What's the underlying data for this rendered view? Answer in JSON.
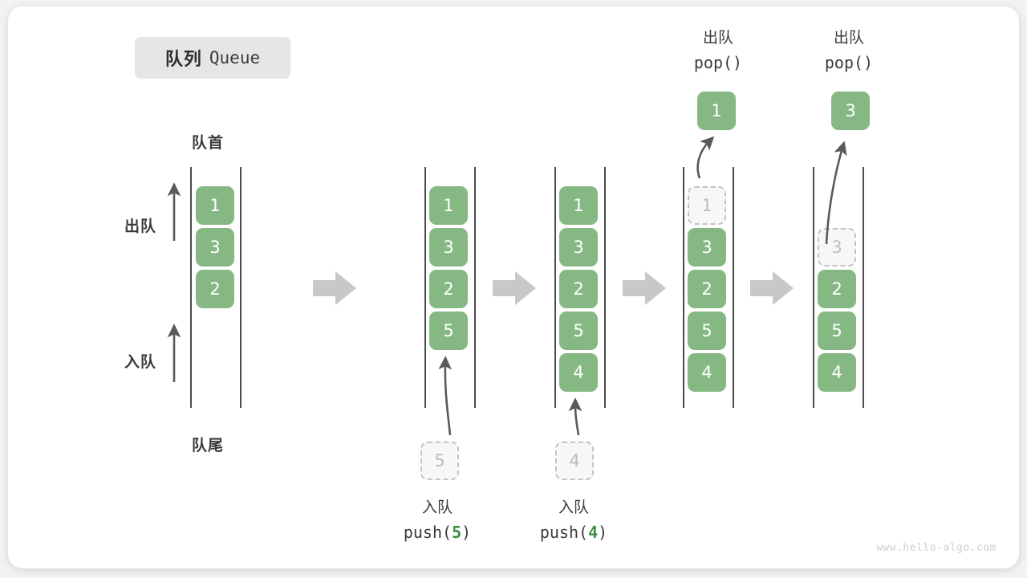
{
  "title": {
    "cn": "队列",
    "en": "Queue"
  },
  "labels": {
    "head": "队首",
    "tail": "队尾",
    "dequeue": "出队",
    "enqueue": "入队"
  },
  "watermark": "www.hello-algo.com",
  "colors": {
    "element": "#86b884",
    "ghost_fill": "#f7f7f7",
    "ghost_border": "#c4c4c4",
    "ghost_text": "#bdbdbd",
    "rail": "#4b4b4b",
    "arrow": "#5a5a5a",
    "step_arrow": "#c8c8c8",
    "badge_bg": "#e6e6e6",
    "code_accent": "#3c8f43",
    "text": "#3a3a3a",
    "card_bg": "#ffffff",
    "page_bg": "#f2f2f2"
  },
  "columns": [
    {
      "id": "initial",
      "items": [
        {
          "value": "1",
          "state": "solid"
        },
        {
          "value": "3",
          "state": "solid"
        },
        {
          "value": "2",
          "state": "solid"
        }
      ]
    },
    {
      "id": "after-push-5",
      "items": [
        {
          "value": "1",
          "state": "solid"
        },
        {
          "value": "3",
          "state": "solid"
        },
        {
          "value": "2",
          "state": "solid"
        },
        {
          "value": "5",
          "state": "solid"
        }
      ],
      "incoming": {
        "value": "5",
        "state": "ghost"
      },
      "caption": {
        "cn": "入队",
        "code_prefix": "push(",
        "code_arg": "5",
        "code_suffix": ")"
      }
    },
    {
      "id": "after-push-4",
      "items": [
        {
          "value": "1",
          "state": "solid"
        },
        {
          "value": "3",
          "state": "solid"
        },
        {
          "value": "2",
          "state": "solid"
        },
        {
          "value": "5",
          "state": "solid"
        },
        {
          "value": "4",
          "state": "solid"
        }
      ],
      "incoming": {
        "value": "4",
        "state": "ghost"
      },
      "caption": {
        "cn": "入队",
        "code_prefix": "push(",
        "code_arg": "4",
        "code_suffix": ")"
      }
    },
    {
      "id": "after-pop-1",
      "items": [
        {
          "value": "1",
          "state": "ghost"
        },
        {
          "value": "3",
          "state": "solid"
        },
        {
          "value": "2",
          "state": "solid"
        },
        {
          "value": "5",
          "state": "solid"
        },
        {
          "value": "4",
          "state": "solid"
        }
      ],
      "popped": {
        "value": "1",
        "state": "solid"
      },
      "header": {
        "cn": "出队",
        "code": "pop()"
      }
    },
    {
      "id": "after-pop-3",
      "items": [
        {
          "value": "3",
          "state": "ghost"
        },
        {
          "value": "2",
          "state": "solid"
        },
        {
          "value": "5",
          "state": "solid"
        },
        {
          "value": "4",
          "state": "solid"
        }
      ],
      "popped": {
        "value": "3",
        "state": "solid"
      },
      "header": {
        "cn": "出队",
        "code": "pop()"
      }
    }
  ],
  "step_arrows": [
    {
      "name": "step-arrow-1"
    },
    {
      "name": "step-arrow-2"
    },
    {
      "name": "step-arrow-3"
    },
    {
      "name": "step-arrow-4"
    }
  ]
}
